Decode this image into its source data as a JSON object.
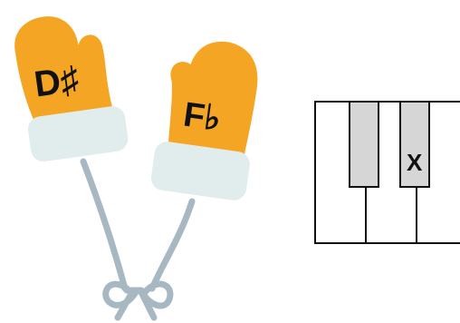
{
  "mittens": [
    {
      "note": "D♯"
    },
    {
      "note": "F♭"
    }
  ],
  "keyboard": {
    "marked_key_label": "X"
  },
  "colors": {
    "mitten": "#f5a524",
    "cuff": "#e1ecec",
    "string": "#a7b8c3",
    "black_key": "#d6d6d6",
    "outline": "#111111"
  }
}
